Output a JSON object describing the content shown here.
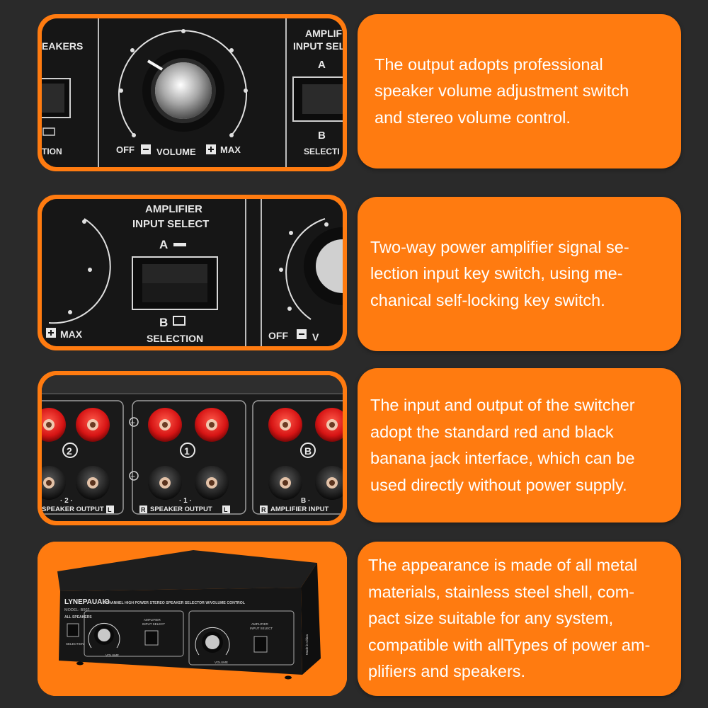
{
  "panels": [
    {
      "description": "The output adopts professional\nspeaker volume adjustment switch\nand stereo volume control.",
      "photo_labels": {
        "speakers_partial": "EAKERS",
        "amplifier_line1": "AMPLIFI",
        "amplifier_line2": "INPUT SEL",
        "a_label": "A",
        "b_label": "B",
        "off": "OFF",
        "volume": "VOLUME",
        "max": "MAX",
        "selection_left": "TION",
        "selection_right": "SELECTI"
      }
    },
    {
      "description": "Two-way power amplifier signal se-\nlection input key switch, using me-\nchanical self-locking key switch.",
      "photo_labels": {
        "amplifier_line1": "AMPLIFIER",
        "amplifier_line2": "INPUT SELECT",
        "a_label": "A",
        "b_label": "B",
        "selection": "SELECTION",
        "max": "MAX",
        "off": "OFF",
        "volume_partial": "V"
      }
    },
    {
      "description": "The input and output of the switcher\nadopt the standard red and black\nbanana jack interface, which can be\nused directly without power supply.",
      "photo_labels": {
        "num_2": "2",
        "num_1": "1",
        "num_b": "B",
        "plus": "+",
        "minus": "−",
        "speaker_output_2": "SPEAKER OUTPUT",
        "speaker_output_1": "SPEAKER OUTPUT",
        "amplifier_input": "AMPLIFIER INPUT",
        "r": "R",
        "l": "L",
        "dot_2": "· 2 ·",
        "dot_1": "· 1 ·",
        "dot_b": "B ·"
      }
    },
    {
      "description": "The appearance is made of all metal\nmaterials, stainless steel shell, com-\npact size suitable for any system,\ncompatible with allTypes of power am-\nplifiers and speakers.",
      "photo_labels": {
        "brand": "LYNEPAUAIO",
        "model": "MODEL: B002",
        "subtitle": "2 CHANNEL HIGH POWER STEREO SPEAKER SELECTOR W/VOLUME CONTROL",
        "all_speakers": "ALL SPEAKERS",
        "amp_select": "AMPLIFIER",
        "input_select": "INPUT SELECT",
        "volume": "VOLUME",
        "selection": "SELECTION",
        "made_in": "Made in China"
      }
    }
  ],
  "colors": {
    "accent": "#ff7b10",
    "background": "#2a2a2a",
    "panel_black": "#141414",
    "jack_red": "#e31b1b"
  }
}
